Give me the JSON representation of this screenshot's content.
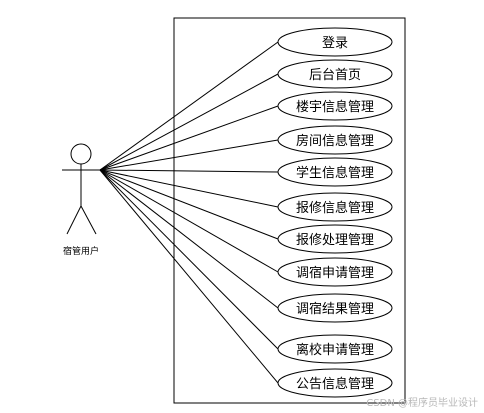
{
  "actor": {
    "label": "宿管用户"
  },
  "use_cases": [
    {
      "label": "登录"
    },
    {
      "label": "后台首页"
    },
    {
      "label": "楼宇信息管理"
    },
    {
      "label": "房间信息管理"
    },
    {
      "label": "学生信息管理"
    },
    {
      "label": "报修信息管理"
    },
    {
      "label": "报修处理管理"
    },
    {
      "label": "调宿申请管理"
    },
    {
      "label": "调宿结果管理"
    },
    {
      "label": "离校申请管理"
    },
    {
      "label": "公告信息管理"
    }
  ],
  "watermark": "CSDN @程序员毕业设计",
  "colors": {
    "stroke": "#000000",
    "background": "#ffffff",
    "watermark": "#b8b8b8"
  }
}
